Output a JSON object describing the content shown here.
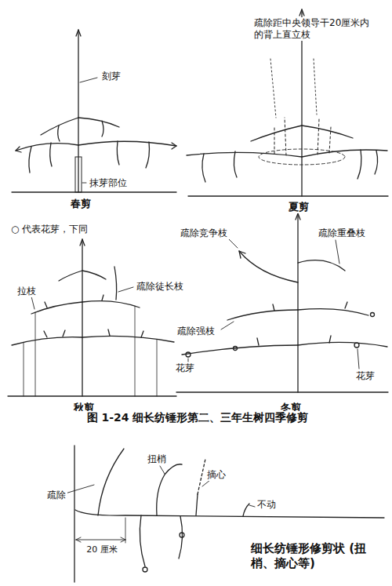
{
  "diagram": {
    "caption": "图 1-24 细长纺锤形第二、三年生树四季修剪",
    "labels": [
      "刻芽",
      "抹芽部位",
      "春剪",
      "疏除距中央领导干20厘米内的背上直立枝",
      "夏剪",
      "○ 代表花芽，下同",
      "拉枝",
      "疏除徒长枝",
      "秋剪",
      "疏除竞争枝",
      "疏除重叠枝",
      "疏除强枝",
      "花芽",
      "花芽",
      "冬剪",
      "疏除",
      "扭梢",
      "摘心",
      "不动",
      "20 厘米",
      "细长纺锤形修剪状 (扭梢、摘心等)"
    ]
  }
}
